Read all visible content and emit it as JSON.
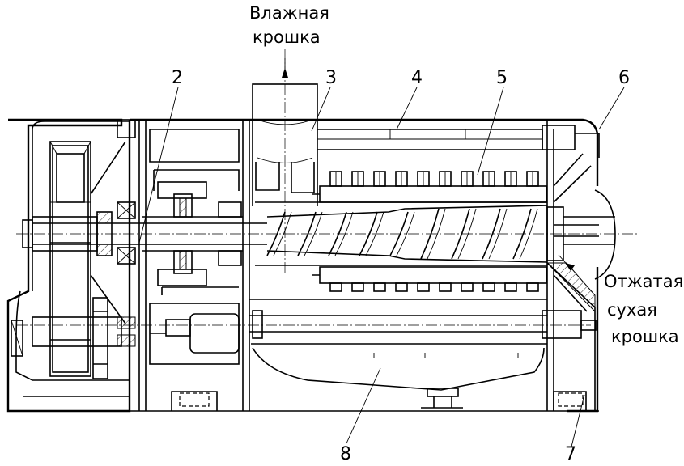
{
  "labels": {
    "inlet_line1": "Влажная",
    "inlet_line2": "крошка",
    "outlet_line1": "Отжатая",
    "outlet_line2": "сухая",
    "outlet_line3": "крошка"
  },
  "callouts": [
    "2",
    "3",
    "4",
    "5",
    "6",
    "7",
    "8"
  ]
}
